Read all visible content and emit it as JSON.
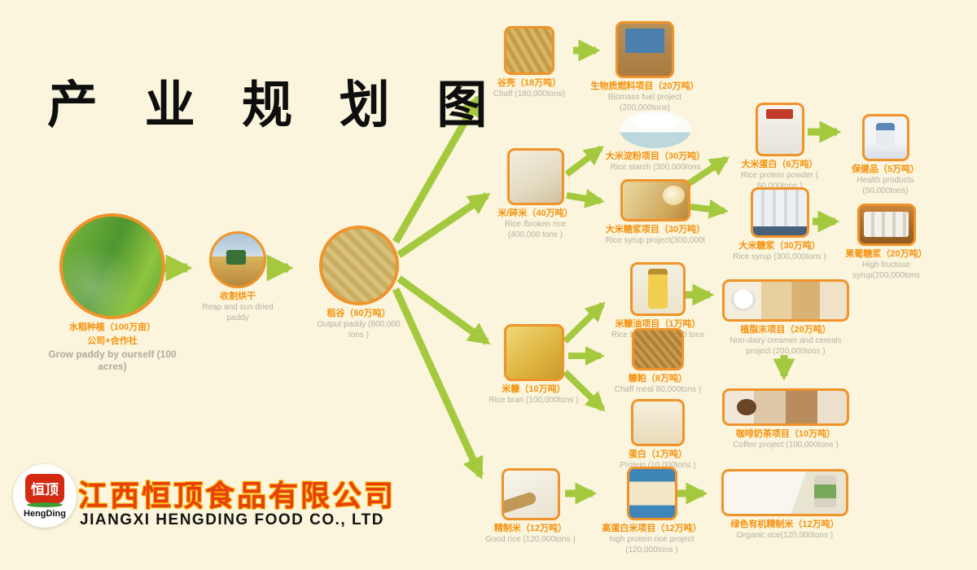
{
  "title": "产 业 规 划 图",
  "colors": {
    "background": "#faf5dc",
    "accent_orange": "#f0932a",
    "arrow_green": "#a4c93e",
    "label_orange": "#f5920f",
    "label_gray": "#b5b2a2",
    "company_red": "#e8400c",
    "company_gold": "#f8b800"
  },
  "nodes": {
    "paddy_field": {
      "zh": "水稻种植（100万亩）",
      "zh2": "公司+合作社",
      "en": "Grow paddy  by ourself (100 acres)"
    },
    "harvest": {
      "zh": "收割烘干",
      "en": "Reap and sun dried paddy"
    },
    "output_paddy": {
      "zh": "稻谷（80万吨）",
      "en": "Output paddy (800,000 tons )"
    },
    "chaff": {
      "zh": "谷壳（18万吨）",
      "en": "Chaff (180,000tons)"
    },
    "biomass": {
      "zh": "生物质燃料项目（20万吨）",
      "en": "Biomass fuel project (200,000tons)"
    },
    "broken_rice": {
      "zh": "米/碎米（40万吨）",
      "en": "Rice /broken rice (400,000 tons )"
    },
    "rice_starch": {
      "zh": "大米淀粉项目（30万吨）",
      "en": "Rice starch  (300,000tons"
    },
    "rice_syrup_project": {
      "zh": "大米糖浆项目（30万吨）",
      "en": "Rice syrup project(300,000t"
    },
    "rice_protein": {
      "zh": "大米蛋白（6万吨）",
      "en": "Rice protein powder ( 60,000tons )"
    },
    "health_products": {
      "zh": "保健品（5万吨）",
      "en": "Health products (50,000tons)"
    },
    "rice_syrup": {
      "zh": "大米糖浆（30万吨）",
      "en": "Rice syrup (300,000tons )"
    },
    "fructose_syrup": {
      "zh": "果葡糖浆（20万吨）",
      "en": "High fructose syrup(200,000tons"
    },
    "rice_bran": {
      "zh": "米糠（10万吨）",
      "en": "Rice bran (100,000tons )"
    },
    "bran_oil": {
      "zh": "米糠油项目（1万吨）",
      "en": "Rice bran oil (10,000 tons )"
    },
    "creamer": {
      "zh": "植脂末项目（20万吨）",
      "en": "Non-dairy creamer and cereals project (200,000tons )"
    },
    "coffee": {
      "zh": "咖啡奶茶项目（10万吨）",
      "en": "Coffee project (100,000tons )"
    },
    "chaff_meal": {
      "zh": "糠粕（8万吨）",
      "en": "Chaff meal 80,000tons )"
    },
    "protein": {
      "zh": "蛋白（1万吨）",
      "en": "Protein (10,000tons )"
    },
    "good_rice": {
      "zh": "精制米（12万吨）",
      "en": "Good rice (120,000tons )"
    },
    "high_protein_rice": {
      "zh": "高蛋白米项目（12万吨）",
      "en": "high protein  rice project (120,000tons )"
    },
    "organic_rice": {
      "zh": "绿色有机精制米（12万吨）",
      "en": "Organic rice(120,000tons )"
    }
  },
  "footer": {
    "brand_zh": "恒顶",
    "brand_en": "HengDing",
    "company_zh": "江西恒顶食品有限公司",
    "company_en": "JIANGXI HENGDING FOOD CO., LTD"
  }
}
